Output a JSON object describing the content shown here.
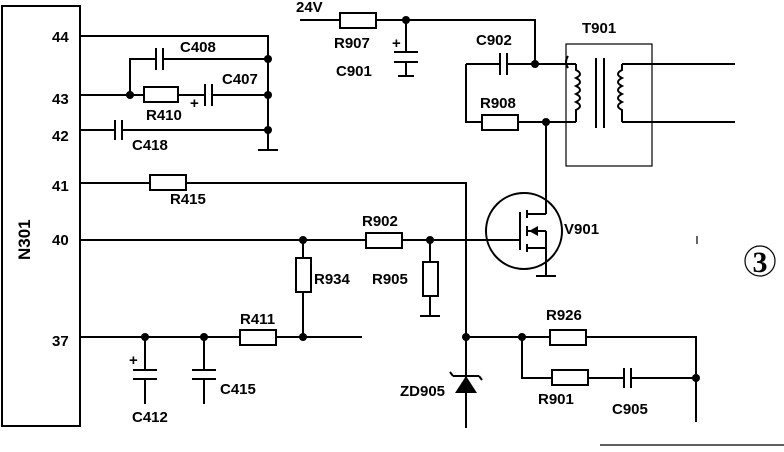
{
  "ic": {
    "name": "N301",
    "pins": [
      "44",
      "43",
      "42",
      "41",
      "40",
      "37"
    ]
  },
  "supply": "24V",
  "components": {
    "c408": "C408",
    "c407": "C407",
    "r410": "R410",
    "c418": "C418",
    "r415": "R415",
    "r902": "R902",
    "r934": "R934",
    "r905": "R905",
    "r411": "R411",
    "c412": "C412",
    "c415": "C415",
    "r907": "R907",
    "c901": "C901",
    "c902": "C902",
    "r908": "R908",
    "t901": "T901",
    "v901": "V901",
    "r926": "R926",
    "r901": "R901",
    "c905": "C905",
    "zd905": "ZD905"
  },
  "polarity": "+",
  "figure_number": "3"
}
